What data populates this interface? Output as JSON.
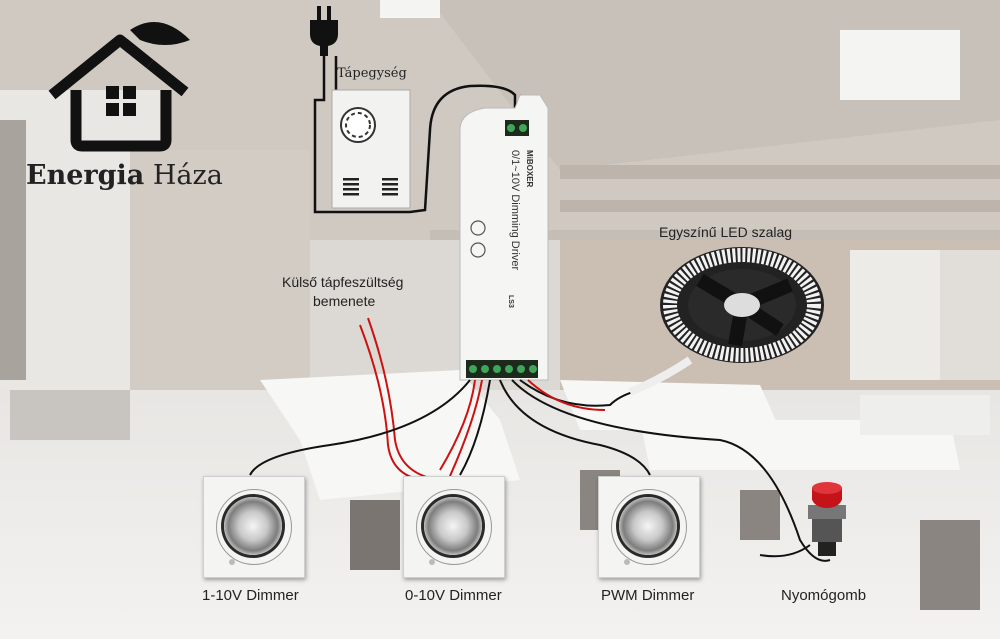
{
  "logo": {
    "brand_bold": "Energia",
    "brand_regular": "Háza"
  },
  "labels": {
    "power_supply": "Tápegység",
    "external_input_line1": "Külső tápfeszültség",
    "external_input_line2": "bemenete",
    "led_strip": "Egyszínű LED szalag",
    "dimmer_1_10v": "1-10V Dimmer",
    "dimmer_0_10v": "0-10V Dimmer",
    "dimmer_pwm": "PWM Dimmer",
    "push_button": "Nyomógomb"
  },
  "controller": {
    "brand": "MiBOXER",
    "title": "0/1~10V Dimming Driver",
    "model": "LS3"
  },
  "colors": {
    "wire_black": "#111111",
    "wire_red": "#cc1111",
    "accent_button": "#c4141a"
  }
}
